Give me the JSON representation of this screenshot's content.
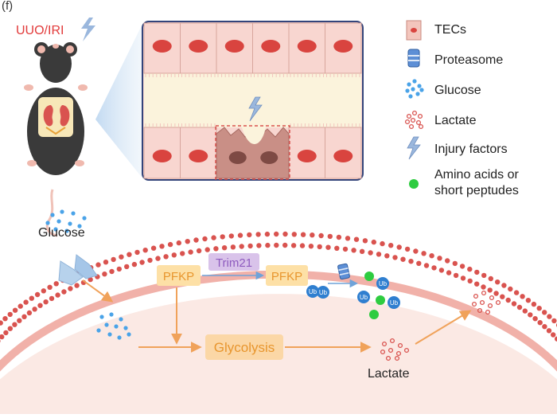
{
  "panel_label": "(f)",
  "model_label": "UUO/IRI",
  "legend": {
    "items": [
      {
        "key": "tecs",
        "label": "TECs"
      },
      {
        "key": "proteasome",
        "label": "Proteasome"
      },
      {
        "key": "glucose",
        "label": "Glucose"
      },
      {
        "key": "lactate",
        "label": "Lactate"
      },
      {
        "key": "injury",
        "label": "Injury factors"
      },
      {
        "key": "amino",
        "label_line1": "Amino acids or",
        "label_line2": "short peptudes"
      }
    ]
  },
  "cell": {
    "glucose_label": "Glucose",
    "pfkp_left": "PFKP",
    "trim21": "Trim21",
    "pfkp_right": "PFKP",
    "ub": "Ub",
    "glycolysis": "Glycolysis",
    "lactate_label": "Lactate"
  },
  "colors": {
    "membrane": "#d9534f",
    "membrane_head": "#e2726c",
    "cytoplasm": "#fbe9e4",
    "pfkp_box": "#fde0a6",
    "trim21_box": "#d9c3ea",
    "glycolysis_box": "#fbd7a6",
    "arrow_orange": "#f0a25a",
    "arrow_blue": "#6fa3d9",
    "ub_blue": "#2f7fd0",
    "amino_green": "#2ecc40",
    "glucose_dot": "#4aa3e8",
    "red_text": "#e23b3b",
    "tube_lumen": "#fbf3dc",
    "cell_fill": "#f8d6d0",
    "nucleus": "#d9443f"
  }
}
